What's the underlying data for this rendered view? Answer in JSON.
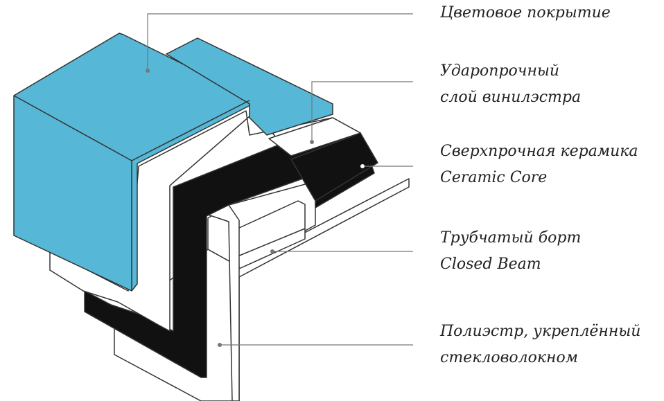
{
  "layers": [
    {
      "id": "color",
      "lines": [
        "Цветовое покрытие"
      ]
    },
    {
      "id": "vinyl",
      "lines": [
        "Ударопрочный",
        "слой винилэстра"
      ]
    },
    {
      "id": "ceramic",
      "lines": [
        "Сверхпрочная керамика",
        "Ceramic Core"
      ]
    },
    {
      "id": "beam",
      "lines": [
        "Трубчатый борт",
        "Closed Beam"
      ]
    },
    {
      "id": "poly",
      "lines": [
        "Полиэстр, укреплённый",
        "стекловолокном"
      ]
    }
  ],
  "colors": {
    "color_coating": "#56b8d6",
    "ceramic_core": "#111111",
    "outline": "#333333",
    "leader": "#777777",
    "text": "#222222"
  }
}
